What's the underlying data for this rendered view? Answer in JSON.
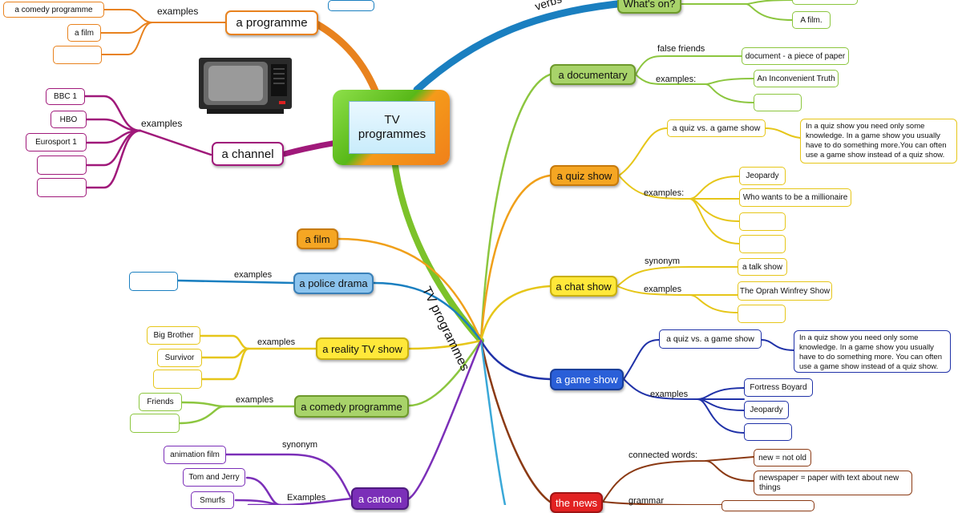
{
  "central": {
    "line1": "TV",
    "line2": "programmes"
  },
  "spoke_label": "TV programmes",
  "verbs_label": "verbs",
  "colors": {
    "orange": "#e8821e",
    "green": "#8cc63f",
    "purple": "#a0197a",
    "blue": "#1a7fc0",
    "yellow": "#e6c619",
    "navy": "#2032a8",
    "brown": "#8b3a14",
    "cartoon": "#7b2fb8",
    "light_blue": "#3aa8d8",
    "red": "#e22222"
  },
  "top_left": {
    "programme": "a programme",
    "examples": "examples",
    "comedy": "a comedy programme",
    "film": "a film"
  },
  "channel": {
    "label": "a channel",
    "examples": "examples",
    "items": [
      "BBC 1",
      "HBO",
      "Eurosport 1"
    ]
  },
  "tv_icon": "tv-set-icon",
  "whats_on": {
    "label": "What's on?",
    "film": "A film."
  },
  "documentary": {
    "label": "a documentary",
    "false_friends": "false friends",
    "ff_value": "document - a piece of paper",
    "examples": "examples:",
    "example1": "An Inconvenient Truth"
  },
  "quiz_show": {
    "label": "a quiz show",
    "vs": "a quiz vs. a game show",
    "note": "In a quiz show you need only some knowledge. In a game show you usually have to do something more.You can often use a game show instead of a quiz show.",
    "examples": "examples:",
    "items": [
      "Jeopardy",
      "Who wants to be a millionaire"
    ]
  },
  "chat_show": {
    "label": "a chat show",
    "synonym": "synonym",
    "synonym_value": "a talk show",
    "examples": "examples",
    "example1": "The Oprah Winfrey Show"
  },
  "game_show": {
    "label": "a game show",
    "vs": "a quiz vs. a game show",
    "note": "In a quiz show you need only some knowledge. In a game show you usually have to do something more. You can often use a game show instead of a quiz show.",
    "examples": "examples",
    "items": [
      "Fortress Boyard",
      "Jeopardy"
    ]
  },
  "news": {
    "label": "the news",
    "connected": "connected words:",
    "word1": "new = not old",
    "word2": "newspaper = paper with text about new things",
    "grammar": "grammar"
  },
  "left": {
    "film": "a film",
    "police": "a police drama",
    "police_examples": "examples",
    "reality": "a reality TV show",
    "reality_examples": "examples",
    "reality_items": [
      "Big Brother",
      "Survivor"
    ],
    "comedy": "a comedy programme",
    "comedy_examples": "examples",
    "comedy_item": "Friends",
    "cartoon": "a cartoon",
    "cartoon_synonym": "synonym",
    "cartoon_synonym_value": "animation film",
    "cartoon_examples": "Examples",
    "cartoon_items": [
      "Tom and Jerry",
      "Smurfs"
    ]
  }
}
